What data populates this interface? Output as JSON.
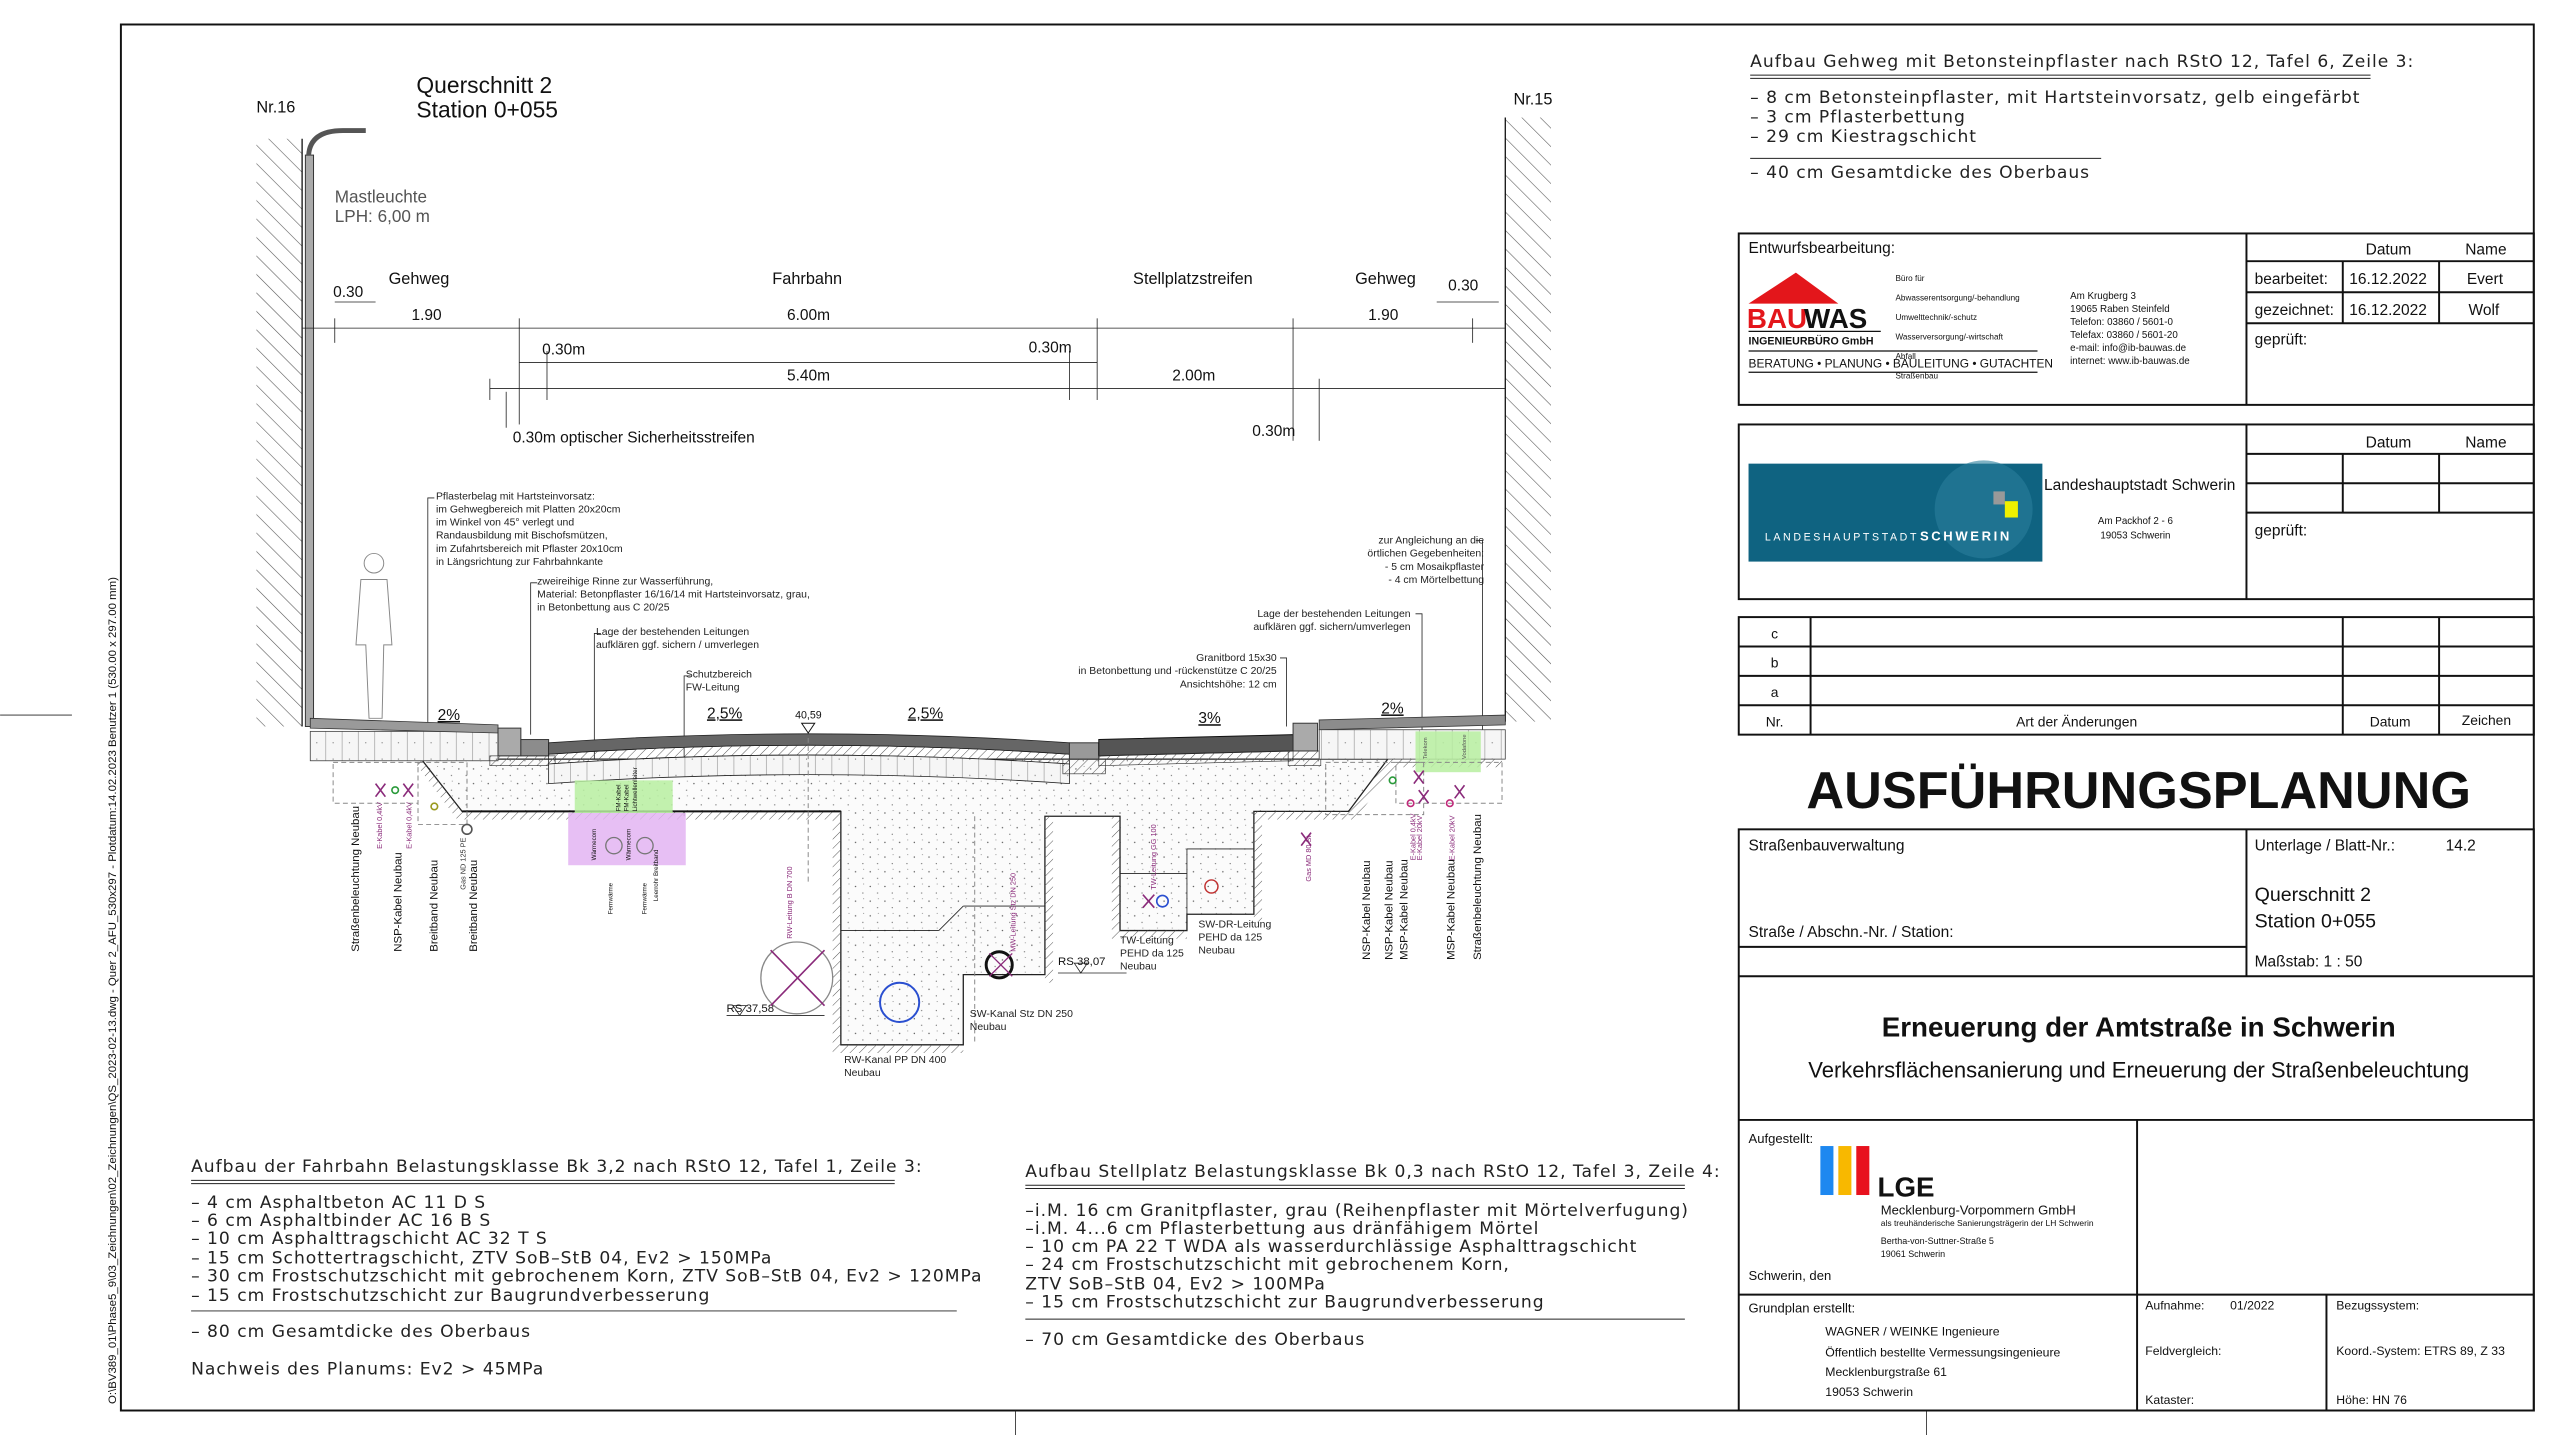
{
  "drawing": {
    "title_line1": "Querschnitt 2",
    "title_line2": "Station 0+055",
    "marker_left": "Nr.16",
    "marker_right": "Nr.15",
    "lamp_label": "Mastleuchte",
    "lamp_height": "LPH:  6,00  m",
    "file_path": "O:\\BV389_01\\Phase5_9\\03_Zeichnungen\\02_Zeichnungen\\QS_2023-02-13.dwg - Quer 2_AFU_530x297 -    Plotdatum:14.02.2023    Benutzer 1 (530.00 x 297.00 mm)"
  },
  "dimensions": {
    "sections": [
      "Gehweg",
      "Fahrbahn",
      "Stellplatzstreifen",
      "Gehweg"
    ],
    "edge_left": "0.30",
    "edge_right": "0.30",
    "widths": [
      "1.90",
      "6.00m",
      "1.90"
    ],
    "inner_left": "0.30m",
    "inner_right": "0.30m",
    "lane": "5.40m",
    "parking": "2.00m",
    "parking_edge": "0.30m",
    "safety_strip": "0.30m  optischer  Sicherheitsstreifen"
  },
  "slopes": [
    "2%",
    "2,5%",
    "2,5%",
    "3%",
    "2%"
  ],
  "elevations": {
    "crown": "40,59",
    "rs_left": "RS 37,58",
    "rs_right": "RS 38,07"
  },
  "annotations": {
    "pflaster": [
      "Pflasterbelag mit Hartsteinvorsatz:",
      "im Gehwegbereich mit Platten 20x20cm",
      "im Winkel von 45° verlegt und",
      "Randausbildung mit Bischofsmützen,",
      "im Zufahrtsbereich mit Pflaster 20x10cm",
      "in Längsrichtung zur Fahrbahnkante"
    ],
    "rinne": [
      "zweireihige Rinne zur Wasserführung,",
      "Material: Betonpflaster 16/16/14 mit Hartsteinvorsatz, grau,",
      "in Betonbettung aus C 20/25"
    ],
    "leitungen_left": [
      "Lage der bestehenden Leitungen",
      "aufklären ggf. sichern / umverlegen"
    ],
    "schutz": [
      "Schutzbereich",
      "FW-Leitung"
    ],
    "angleichung": [
      "zur Angleichung an die",
      "örtlichen Gegebenheiten:",
      "- 5 cm Mosaikpflaster",
      "- 4 cm Mörtelbettung"
    ],
    "leitungen_right": [
      "Lage der bestehenden Leitungen",
      "aufklären ggf. sichern/umverlegen"
    ],
    "granitbord": [
      "Granitbord 15x30",
      "in Betonbettung und -rückenstütze C 20/25",
      "Ansichtshöhe: 12 cm"
    ]
  },
  "utilities": {
    "left_labels": [
      "Straßenbeleuchtung Neubau",
      "NSP-Kabel Neubau",
      "Breitband Neubau",
      "Breitband Neubau"
    ],
    "left_small": [
      "E-Kabel 0,4kV",
      "E-Kabel 0,4kV",
      "Gas ND 125 PE"
    ],
    "fw_labels": [
      "Wärmecom",
      "Fernwärme",
      "Wärmecom",
      "Fernwärme",
      "Leerrohr Breitband",
      "FM-Kabel",
      "FM-Kabel",
      "Lichtwellenleiter"
    ],
    "rw_leitung": "RW-Leitung B DN 700",
    "mw_leitung": "MW-Leitung Stz DN 250",
    "tw_small": "TW-Leitung GG 100",
    "gas_right": "Gas MD 80 St",
    "rw_kanal": [
      "RW-Kanal PP DN 400",
      "Neubau"
    ],
    "sw_kanal": [
      "SW-Kanal Stz DN 250",
      "Neubau"
    ],
    "tw": [
      "TW-Leitung",
      "PEHD da 125",
      "Neubau"
    ],
    "sw_dr": [
      "SW-DR-Leitung",
      "PEHD da 125",
      "Neubau"
    ],
    "right_labels": [
      "NSP-Kabel Neubau",
      "NSP-Kabel Neubau",
      "MSP-Kabel Neubau",
      "MSP-Kabel Neubau",
      "Straßenbeleuchtung Neubau"
    ],
    "right_small": [
      "E-Kabel 0,4kV",
      "E-Kabel 20kV",
      "E-Kabel 20kV",
      "Telekom",
      "Vodafone"
    ]
  },
  "fahrbahn": {
    "heading": "Aufbau der Fahrbahn Belastungsklasse Bk 3,2 nach RStO 12, Tafel 1, Zeile 3:",
    "layers": [
      "–   4  cm  Asphaltbeton  AC  11  D  S",
      "–   6  cm  Asphaltbinder  AC  16  B  S",
      "– 10  cm  Asphalttragschicht  AC  32  T  S",
      "– 15  cm  Schottertragschicht,  ZTV  SoB–StB  04,  Ev2  >  150MPa",
      "– 30  cm  Frostschutzschicht  mit  gebrochenem  Korn,  ZTV  SoB–StB  04,  Ev2  >  120MPa",
      "– 15  cm  Frostschutzschicht  zur  Baugrundverbesserung"
    ],
    "total": "– 80  cm  Gesamtdicke  des  Oberbaus",
    "planum": "Nachweis  des  Planums:  Ev2  >  45MPa"
  },
  "stellplatz": {
    "heading": "Aufbau Stellplatz Belastungsklasse Bk 0,3 nach RStO 12, Tafel 3, Zeile 4:",
    "layers": [
      "–i.M.   16  cm  Granitpflaster,  grau  (Reihenpflaster  mit  Mörtelverfugung)",
      "–i.M. 4...6  cm  Pflasterbettung  aus  dränfähigem  Mörtel",
      "–           10  cm  PA  22  T  WDA  als  wasserdurchlässige  Asphalttragschicht",
      "–           24  cm  Frostschutzschicht  mit  gebrochenem  Korn,",
      "                    ZTV  SoB–StB  04,  Ev2  >  100MPa",
      "–           15  cm  Frostschutzschicht  zur  Baugrundverbesserung"
    ],
    "total": "–           70  cm  Gesamtdicke  des  Oberbaus"
  },
  "gehweg": {
    "heading": "Aufbau  Gehweg  mit  Betonsteinpflaster  nach  RStO  12,  Tafel  6,  Zeile  3:",
    "layers": [
      "–    8  cm  Betonsteinpflaster,  mit  Hartsteinvorsatz,  gelb  eingefärbt",
      "–    3  cm  Pflasterbettung",
      "–  29  cm  Kiestragschicht"
    ],
    "total": "–  40  cm  Gesamtdicke  des  Oberbaus"
  },
  "titleblock": {
    "entwurf_label": "Entwurfsbearbeitung:",
    "bauwas": {
      "logo_a": "BAU",
      "logo_b": "WAS",
      "logo_sub": "INGENIEURBÜRO GmbH",
      "slogan": "BERATUNG • PLANUNG • BAULEITUNG • GUTACHTEN",
      "services": [
        "Büro für",
        "Abwasserentsorgung/-behandlung",
        "Umwelttechnik/-schutz",
        "Wasserversorgung/-wirtschaft",
        "Abfall",
        "Straßenbau"
      ],
      "address": [
        "Am Krugberg 3",
        "19065 Raben Steinfeld",
        "Telefon: 03860 / 5601-0",
        "Telefax: 03860 / 5601-20",
        "e-mail:   info@ib-bauwas.de",
        "internet: www.ib-bauwas.de"
      ]
    },
    "sign_header": {
      "datum": "Datum",
      "name": "Name"
    },
    "bearbeitet": {
      "label": "bearbeitet:",
      "date": "16.12.2022",
      "name": "Evert"
    },
    "gezeichnet": {
      "label": "gezeichnet:",
      "date": "16.12.2022",
      "name": "Wolf"
    },
    "geprueft": "geprüft:",
    "schwerin": {
      "logo_text_a": "LANDESHAUPTSTADT",
      "logo_text_b": "SCHWERIN",
      "name": "Landeshauptstadt Schwerin",
      "address": [
        "Am Packhof 2 - 6",
        "19053 Schwerin"
      ]
    },
    "changes": {
      "rows": [
        "c",
        "b",
        "a"
      ],
      "col_nr": "Nr.",
      "col_art": "Art der Änderungen",
      "col_datum": "Datum",
      "col_zeichen": "Zeichen"
    },
    "plan_type": "AUSFÜHRUNGSPLANUNG",
    "verwaltung": "Straßenbauverwaltung",
    "strasse": "Straße / Abschn.-Nr. / Station:",
    "unterlage_label": "Unterlage / Blatt-Nr.:",
    "unterlage_value": "14.2",
    "qs_line1": "Querschnitt 2",
    "qs_line2": "Station 0+055",
    "massstab": "Maßstab:  1 : 50",
    "project_title": "Erneuerung der Amtstraße in Schwerin",
    "project_subtitle": "Verkehrsflächensanierung und Erneuerung der Straßenbeleuchtung",
    "aufgestellt": "Aufgestellt:",
    "lge": {
      "logo": "LGE",
      "company": "Mecklenburg-Vorpommern GmbH",
      "role": "als treuhänderische Sanierungsträgerin der LH Schwerin",
      "address": [
        "Bertha-von-Suttner-Straße 5",
        "19061 Schwerin"
      ]
    },
    "schwerin_den": "Schwerin, den",
    "grundplan": "Grundplan erstellt:",
    "grundplan_lines": [
      "WAGNER / WEINKE Ingenieure",
      "Öffentlich bestellte Vermessungsingenieure",
      "Mecklenburgstraße 61",
      "19053 Schwerin"
    ],
    "aufnahme_label": "Aufnahme:",
    "aufnahme_value": "01/2022",
    "feldvergleich": "Feldvergleich:",
    "kataster": "Kataster:",
    "bezugssystem": "Bezugssystem:",
    "koord": "Koord.-System: ETRS 89, Z 33",
    "hoehe": "Höhe: HN 76"
  },
  "colors": {
    "bauwas_red": "#e3161b",
    "schwerin_blue": "#0f6381",
    "green_zone": "#b7eea0",
    "purple_zone": "#e3b4f2",
    "utility_magenta": "#8a2a7a",
    "pipe_blue": "#2a4fd0"
  }
}
